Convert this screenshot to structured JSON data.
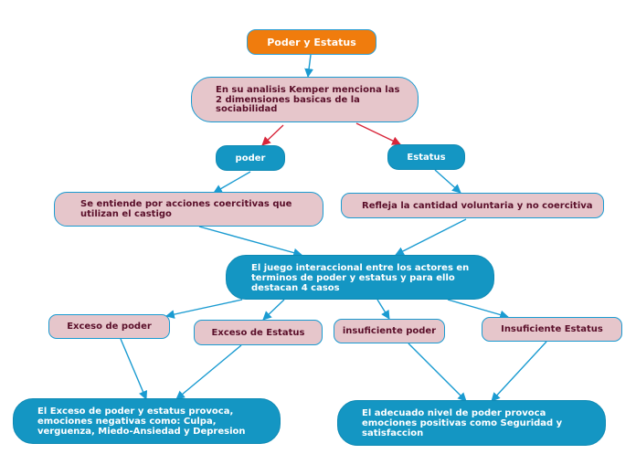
{
  "colors": {
    "root": "#f07c0d",
    "blue_node": "#1496c3",
    "pink_node": "#e6c6cb",
    "connector": "#1a9bd1",
    "highlight_connector": "#d8263a"
  },
  "nodes": {
    "root": "Poder y Estatus",
    "kemper": "En su analisis Kemper menciona las\n2 dimensiones basicas de la\nsociabilidad",
    "poder": "poder",
    "estatus": "Estatus",
    "poder_def": "Se entiende por acciones coercitivas que\nutilizan el castigo",
    "estatus_def": "Refleja la  cantidad voluntaria y no coercitiva",
    "juego": "El juego interaccional entre los actores en\nterminos de poder y estatus y para ello\ndestacan 4 casos",
    "exceso_poder": "Exceso de poder",
    "exceso_estatus": "Exceso de Estatus",
    "insuf_poder": "insuficiente poder",
    "insuf_estatus": "Insuficiente Estatus",
    "negativas": "El Exceso de poder  y estatus provoca,\nemociones negativas como: Culpa,\nverguenza, Miedo-Ansiedad y Depresion",
    "positivas": "El adecuado nivel de poder provoca\nemociones positivas como Seguridad y\nsatisfaccion"
  }
}
